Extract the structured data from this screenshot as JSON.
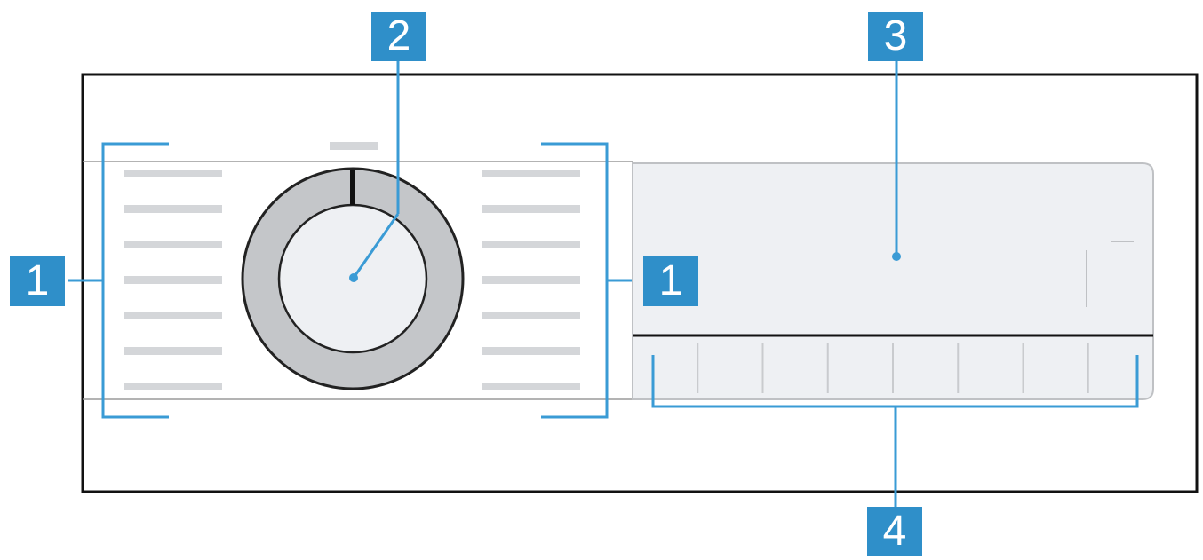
{
  "colors": {
    "panel_border": "#111111",
    "program_line": "#d4d6d9",
    "dial_ring": "#c4c6c9",
    "dial_center": "#eef0f3",
    "display_bg": "#eef0f3",
    "callout_blue": "#2f8fc9",
    "callout_line": "#3a9bd5"
  },
  "callouts": {
    "left_programs": "1",
    "dial": "2",
    "display": "3",
    "buttons": "4",
    "right_programs": "1"
  },
  "icons": {
    "dial": "program-selector-dial-icon"
  },
  "programs": {
    "left_count": 7,
    "right_count": 7
  },
  "buttons": {
    "count": 8
  }
}
